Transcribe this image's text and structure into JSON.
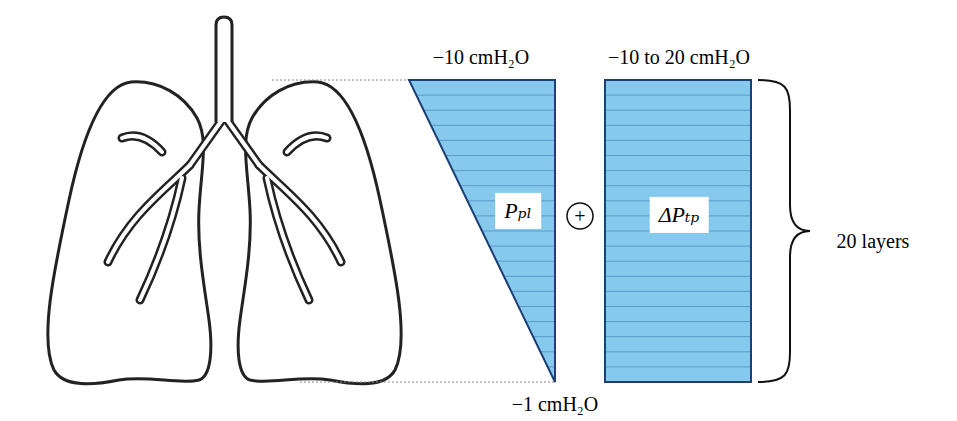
{
  "diagram": {
    "nodes": [
      {
        "text": [
          "Pₚₗ"
        ]
      },
      {
        "text": [
          "+"
        ]
      },
      {
        "text": [
          "ΔPₜₚ"
        ]
      }
    ],
    "labels": [
      "−10 cmH₂O",
      "−10 to 20 cmH₂O",
      "−1 cmH₂O",
      "20 layers"
    ]
  }
}
